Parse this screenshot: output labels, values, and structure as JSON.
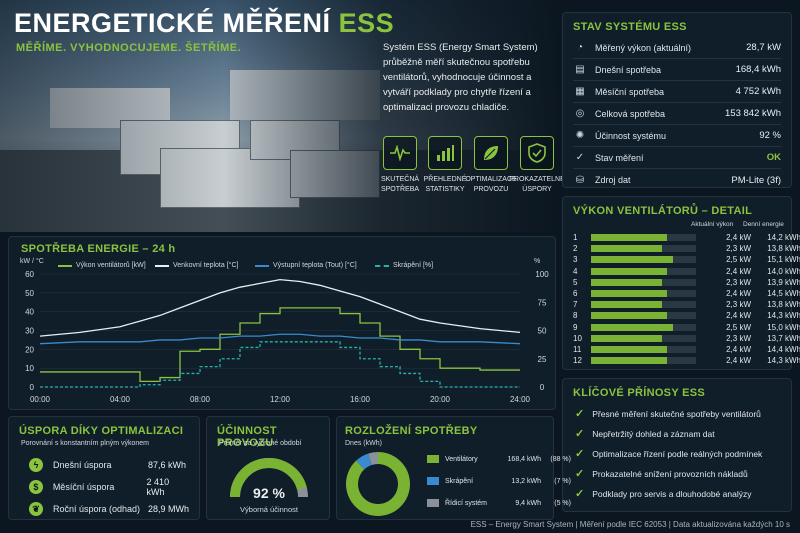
{
  "header": {
    "title_main": "ENERGETICKÉ MĚŘENÍ",
    "title_accent": "ESS",
    "subtitle": "MĚŘÍME. VYHODNOCUJEME. ŠETŘÍME.",
    "intro": "Systém ESS (Energy Smart System) průběžně měří skutečnou spotřebu ventilátorů, vyhodnocuje účinnost a vytváří podklady pro chytře řízení a optimalizaci provozu chladiče.",
    "features": [
      {
        "icon": "pulse-icon",
        "label": "SKUTEČNÁ SPOTŘEBA"
      },
      {
        "icon": "bar-chart-icon",
        "label": "PŘEHLEDNÉ STATISTIKY"
      },
      {
        "icon": "leaf-icon",
        "label": "OPTIMALIZACE PROVOZU"
      },
      {
        "icon": "shield-check-icon",
        "label": "PROKAZATELNÉ ÚSPORY"
      }
    ]
  },
  "stav": {
    "title": "STAV SYSTÉMU ESS",
    "rows": [
      {
        "icon": "gauge-icon",
        "label": "Měřený výkon (aktuální)",
        "value": "28,7 kW"
      },
      {
        "icon": "meter-icon",
        "label": "Dnešní spotřeba",
        "value": "168,4 kWh"
      },
      {
        "icon": "calendar-icon",
        "label": "Měsíční spotřeba",
        "value": "4 752 kWh"
      },
      {
        "icon": "counter-icon",
        "label": "Celková spotřeba",
        "value": "153 842 kWh"
      },
      {
        "icon": "sun-icon",
        "label": "Účinnost systému",
        "value": "92 %"
      },
      {
        "icon": "check-circle-icon",
        "label": "Stav měření",
        "value": "OK"
      },
      {
        "icon": "database-icon",
        "label": "Zdroj dat",
        "value": "PM-Lite (3f)"
      }
    ],
    "ok_color": "#8ac43f"
  },
  "fans": {
    "title": "VÝKON VENTILÁTORŮ – DETAIL",
    "col_power": "Aktuální výkon",
    "col_energy": "Denní energie",
    "rows": [
      {
        "n": "1",
        "power": "2,4 kW",
        "energy": "14,2 kWh",
        "level": 0.72
      },
      {
        "n": "2",
        "power": "2,3 kW",
        "energy": "13,8 kWh",
        "level": 0.68
      },
      {
        "n": "3",
        "power": "2,5 kW",
        "energy": "15,1 kWh",
        "level": 0.78
      },
      {
        "n": "4",
        "power": "2,4 kW",
        "energy": "14,0 kWh",
        "level": 0.72
      },
      {
        "n": "5",
        "power": "2,3 kW",
        "energy": "13,9 kWh",
        "level": 0.68
      },
      {
        "n": "6",
        "power": "2,4 kW",
        "energy": "14,5 kWh",
        "level": 0.72
      },
      {
        "n": "7",
        "power": "2,3 kW",
        "energy": "13,8 kWh",
        "level": 0.68
      },
      {
        "n": "8",
        "power": "2,4 kW",
        "energy": "14,3 kWh",
        "level": 0.72
      },
      {
        "n": "9",
        "power": "2,5 kW",
        "energy": "15,0 kWh",
        "level": 0.78
      },
      {
        "n": "10",
        "power": "2,3 kW",
        "energy": "13,7 kWh",
        "level": 0.68
      },
      {
        "n": "11",
        "power": "2,4 kW",
        "energy": "14,4 kWh",
        "level": 0.72
      },
      {
        "n": "12",
        "power": "2,4 kW",
        "energy": "14,3 kWh",
        "level": 0.72
      }
    ]
  },
  "benefits": {
    "title": "KLÍČOVÉ PŘÍNOSY ESS",
    "items": [
      "Přesné měření skutečné spotřeby ventilátorů",
      "Nepřetržitý dohled a záznam dat",
      "Optimalizace řízení podle reálných podmínek",
      "Prokazatelné snížení provozních nákladů",
      "Podklady pro servis a dlouhodobé analýzy"
    ]
  },
  "savings": {
    "title": "ÚSPORA DÍKY OPTIMALIZACI",
    "subtitle": "Porovnání s konstantním plným výkonem",
    "rows": [
      {
        "icon": "lightning-icon",
        "label": "Dnešní úspora",
        "value": "87,6 kWh"
      },
      {
        "icon": "dollar-icon",
        "label": "Měsíční úspora",
        "value": "2 410 kWh"
      },
      {
        "icon": "leaf-icon",
        "label": "Roční úspora (odhad)",
        "value": "28,9 MWh"
      }
    ]
  },
  "efficiency": {
    "title": "ÚČINNOST PROVOZU",
    "subtitle": "Průměr za vybrané období",
    "value_text": "92 %",
    "level": 0.92,
    "caption": "Výborná účinnost"
  },
  "distribution": {
    "title": "ROZLOŽENÍ SPOTŘEBY",
    "subtitle": "Dnes (kWh)",
    "items": [
      {
        "label": "Ventilátory",
        "value": "168,4 kWh",
        "pct": "(88 %)",
        "share": 88,
        "color": "#7ab334"
      },
      {
        "label": "Skrápění",
        "value": "13,2 kWh",
        "pct": "(7 %)",
        "share": 7,
        "color": "#3a8ad0"
      },
      {
        "label": "Řídicí systém",
        "value": "9,4 kWh",
        "pct": "(5 %)",
        "share": 5,
        "color": "#8a9198"
      }
    ]
  },
  "chart_data": {
    "type": "line",
    "title": "SPOTŘEBA ENERGIE – 24 h",
    "ylabel_left": "kW / °C",
    "ylabel_right": "%",
    "ylim_left": [
      0,
      60
    ],
    "ylim_right": [
      0,
      100
    ],
    "yticks_left": [
      "0",
      "10",
      "20",
      "30",
      "40",
      "50",
      "60"
    ],
    "yticks_right": [
      "0",
      "25",
      "50",
      "75",
      "100"
    ],
    "xticks": [
      "00:00",
      "04:00",
      "08:00",
      "12:00",
      "16:00",
      "20:00",
      "24:00"
    ],
    "x": [
      0,
      2,
      4,
      5,
      6,
      7,
      8,
      9,
      10,
      11,
      12,
      13,
      14,
      15,
      16,
      17,
      18,
      19,
      20,
      22,
      24
    ],
    "series": [
      {
        "name": "Výkon ventilátorů [kW]",
        "axis": "left",
        "color": "#8ac43f",
        "step": true,
        "values": [
          8,
          8,
          8,
          3,
          5,
          19,
          20,
          28,
          34,
          39,
          42,
          42,
          42,
          39,
          34,
          27,
          20,
          15,
          10,
          9,
          9
        ]
      },
      {
        "name": "Venkovní teplota [°C]",
        "axis": "left",
        "color": "#e8eef2",
        "values": [
          27,
          29,
          32,
          35,
          38,
          42,
          46,
          50,
          53,
          55,
          57,
          56,
          54,
          51,
          48,
          44,
          40,
          36,
          34,
          31,
          29
        ]
      },
      {
        "name": "Výstupní teplota (Tout) [°C]",
        "axis": "left",
        "color": "#3a8ad0",
        "values": [
          23,
          24,
          24,
          24,
          25,
          25,
          26,
          26,
          27,
          27,
          28,
          28,
          27,
          27,
          26,
          26,
          25,
          25,
          24,
          24,
          23
        ]
      },
      {
        "name": "Skrápění [%]",
        "axis": "right",
        "color": "#2ab0a8",
        "dashed": true,
        "step": true,
        "values": [
          0,
          0,
          0,
          2,
          6,
          12,
          18,
          25,
          35,
          40,
          40,
          40,
          40,
          35,
          25,
          18,
          12,
          5,
          0,
          0,
          0
        ]
      }
    ]
  },
  "footer": "ESS – Energy Smart System  |  Měření podle IEC 62053  |  Data aktualizována každých 10 s"
}
